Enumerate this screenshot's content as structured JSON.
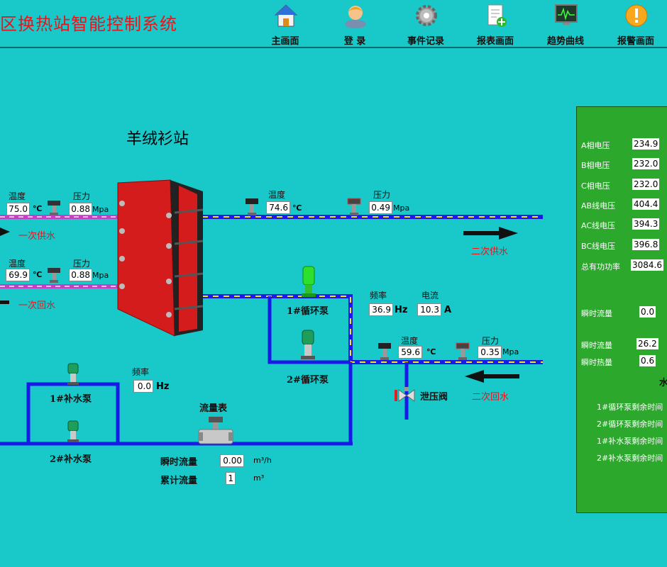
{
  "header": {
    "title": "区换热站智能控制系统",
    "nav": [
      {
        "label": "主画面",
        "icon": "home-icon"
      },
      {
        "label": "登  录",
        "icon": "user-icon"
      },
      {
        "label": "事件记录",
        "icon": "gear-icon"
      },
      {
        "label": "报表画面",
        "icon": "document-add-icon"
      },
      {
        "label": "趋势曲线",
        "icon": "trend-monitor-icon"
      },
      {
        "label": "报警画面",
        "icon": "alarm-icon"
      }
    ]
  },
  "station": {
    "name": "羊绒衫站"
  },
  "primary_supply": {
    "label": "一次供水",
    "temp_label": "温度",
    "temp": "75.0",
    "temp_unit": "℃",
    "press_label": "压力",
    "press": "0.88",
    "press_unit": "Mpa"
  },
  "primary_return": {
    "label": "一次回水",
    "temp_label": "温度",
    "temp": "69.9",
    "temp_unit": "℃",
    "press_label": "压力",
    "press": "0.88",
    "press_unit": "Mpa"
  },
  "secondary_supply": {
    "label": "二次供水",
    "temp_label": "温度",
    "temp": "74.6",
    "temp_unit": "℃",
    "press_label": "压力",
    "press": "0.49",
    "press_unit": "Mpa"
  },
  "secondary_return": {
    "label": "二次回水",
    "temp_label": "温度",
    "temp": "59.6",
    "temp_unit": "℃",
    "press_label": "压力",
    "press": "0.35",
    "press_unit": "Mpa"
  },
  "circ_pumps": {
    "pump1_label": "1#循环泵",
    "pump2_label": "2#循环泵",
    "freq_label": "频率",
    "freq": "36.9",
    "freq_unit": "Hz",
    "current_label": "电流",
    "current": "10.3",
    "current_unit": "A"
  },
  "makeup_pumps": {
    "pump1_label": "1#补水泵",
    "pump2_label": "2#补水泵",
    "freq_label": "频率",
    "freq": "0.0",
    "freq_unit": "Hz"
  },
  "relief_valve": {
    "label": "泄压阀"
  },
  "flow_meter": {
    "label": "流量表",
    "inst_label": "瞬时流量",
    "inst": "0.00",
    "inst_unit": "m³/h",
    "total_label": "累计流量",
    "total": "1",
    "total_unit": "m³"
  },
  "panel": {
    "rows": [
      {
        "label": "A相电压",
        "value": "234.9"
      },
      {
        "label": "B相电压",
        "value": "232.0"
      },
      {
        "label": "C相电压",
        "value": "232.0"
      },
      {
        "label": "AB线电压",
        "value": "404.4"
      },
      {
        "label": "AC线电压",
        "value": "394.3"
      },
      {
        "label": "BC线电压",
        "value": "396.8"
      },
      {
        "label": "总有功功率",
        "value": "3084.6"
      }
    ],
    "inst_flow_label": "瞬时流量",
    "inst_flow": "0.0",
    "inst_flow2_label": "瞬时流量",
    "inst_flow2": "26.2",
    "inst_heat_label": "瞬时热量",
    "inst_heat": "0.6",
    "water_label": "水",
    "runtimes": [
      "1#循环泵剩余时间",
      "2#循环泵剩余时间",
      "1#补水泵剩余时间",
      "2#补水泵剩余时间"
    ]
  },
  "colors": {
    "background": "#19c8c8",
    "title": "#e8141e",
    "pipe": "#1a1ae6",
    "panel": "#2ca82c",
    "exchanger": "#d41c1c"
  }
}
